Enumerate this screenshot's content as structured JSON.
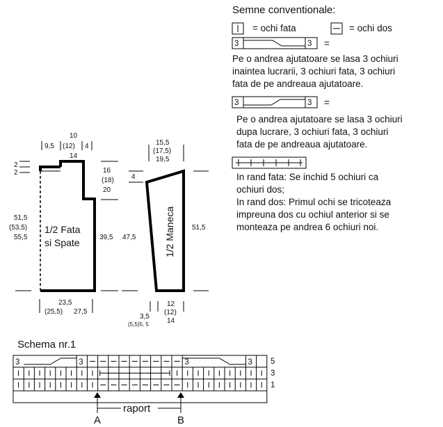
{
  "legend": {
    "title": "Semne conventionale:",
    "knit_symbol": "|",
    "knit_label": "= ochi fata",
    "purl_symbol": "—",
    "purl_label": "= ochi dos",
    "cable_num": "3",
    "equals": "=",
    "cable_front_lines": [
      "Pe o andrea ajutatoare se lasa 3 ochiuri",
      "inaintea lucrarii, 3 ochiuri fata, 3 ochiuri",
      "fata de pe andreaua ajutatoare."
    ],
    "cable_back_lines": [
      "Pe o andrea ajutatoare se lasa 3 ochiuri",
      "dupa lucrare, 3 ochiuri fata, 3 ochiuri",
      "fata de pe andreaua ajutatoare."
    ],
    "bindoff_lines": [
      "In rand fata: Se inchid 5 ochiuri ca",
      "ochiuri dos;",
      "In rand dos: Primul ochi se tricoteaza",
      "impreuna dos cu ochiul anterior si se",
      "monteaza pe andrea 6 ochiuri noi."
    ]
  },
  "body": {
    "label_line1": "1/2 Fata",
    "label_line2": "si Spate",
    "top_width": "10",
    "top_width_b": "(12)",
    "top_width_c": "14",
    "shoulder_left": "9,5",
    "shoulder_right": "4",
    "neck_side_1": "2",
    "neck_side_2": "2",
    "armhole_1": "16",
    "armhole_2": "(18)",
    "armhole_3": "20",
    "height_1": "51,5",
    "height_2": "(53,5)",
    "height_3": "55,5",
    "side": "39,5",
    "bottom_1": "23,5",
    "bottom_2": "(25,5)",
    "bottom_3": "27,5"
  },
  "sleeve": {
    "label": "1/2 Maneca",
    "top_1": "15,5",
    "top_2": "(17,5)",
    "top_3": "19,5",
    "cap": "4",
    "left_height": "47,5",
    "right_height": "51,5",
    "bottom_1": "12",
    "bottom_2": "(12)",
    "bottom_3": "14",
    "offset_1": "3,5",
    "offset_2": "(5,5)5, 5"
  },
  "schema": {
    "title": "Schema nr.1",
    "row_numbers": [
      "5",
      "3",
      "1"
    ],
    "repeat_label": "raport",
    "marker_a": "A",
    "marker_b": "B",
    "cable_num": "3"
  }
}
